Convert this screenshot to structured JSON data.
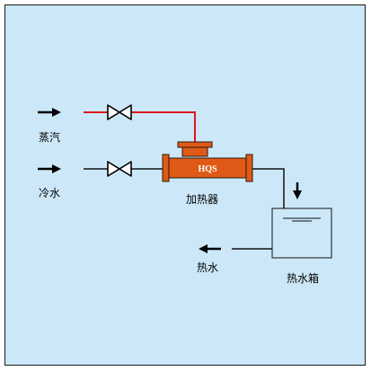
{
  "colors": {
    "background": "#cce8f8",
    "frame": "#1a1a1a",
    "steam_line": "#e0141e",
    "water_line": "#111111",
    "heater_fill": "#e05a17",
    "heater_stroke": "#2a1a10",
    "tank_fill": "#cce8f8",
    "valve_fill": "#ffffff"
  },
  "labels": {
    "steam": "蒸汽",
    "cold_water": "冷水",
    "heater": "加热器",
    "heater_code": "HQS",
    "hot_water": "热水",
    "hot_water_tank": "热水箱"
  },
  "icons": [
    "arrow-right-icon",
    "arrow-down-icon",
    "arrow-left-icon",
    "valve-icon"
  ]
}
